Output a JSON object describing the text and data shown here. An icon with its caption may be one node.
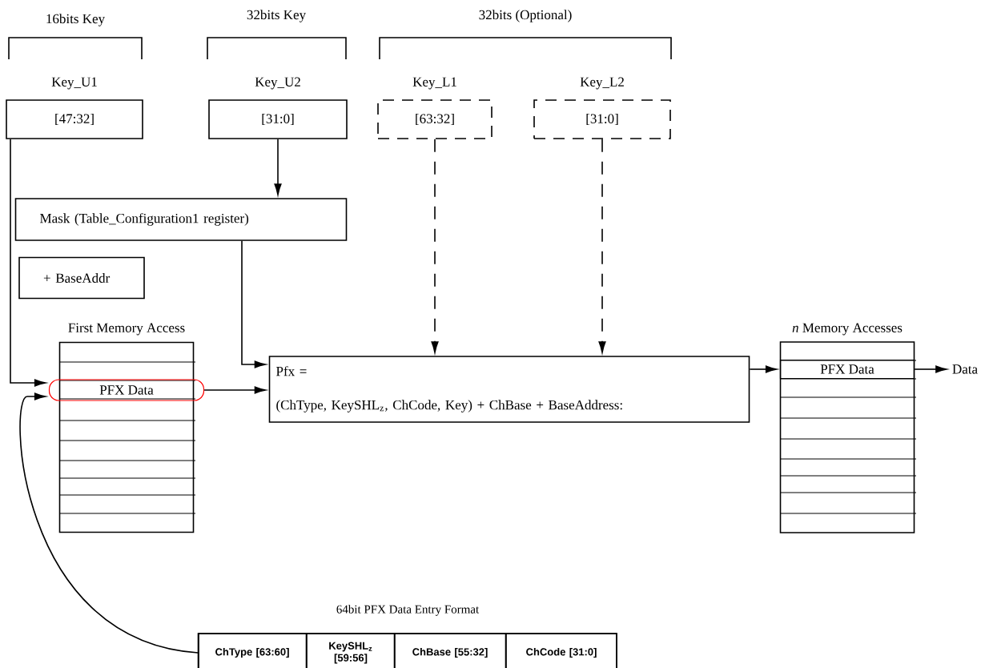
{
  "diagram": {
    "nodes": [
      {
        "text": [
          "Key_U1",
          "[47:32]"
        ]
      },
      {
        "text": [
          "Key_U2",
          "[31:0]"
        ]
      },
      {
        "text": [
          "Key_L1",
          "[63:32]"
        ]
      },
      {
        "text": [
          "Key_L2",
          "[31:0]"
        ]
      },
      {
        "text": [
          "Mask (Table_Configuration1 register)"
        ]
      },
      {
        "text": [
          "+ BaseAddr"
        ]
      },
      {
        "text": [
          "First Memory Access"
        ]
      },
      {
        "text": [
          "PFX Data"
        ],
        "in": 6
      },
      {
        "text": [
          "Pfx =",
          "(ChType, KeySHL$_{z}$, ChCode, Key) + ChBase + BaseAddress:"
        ]
      },
      {
        "text": [
          "*n* Memory Accesses"
        ]
      },
      {
        "text": [
          "PFX Data"
        ],
        "in": 9
      },
      {
        "text": [
          "Data"
        ]
      },
      {
        "text": [
          "64bit PFX Data Entry Format"
        ]
      },
      {
        "text": [
          "ChType [63:60]"
        ],
        "in": 12
      },
      {
        "text": [
          "KeySHL$_{z}$ [59:56]"
        ],
        "in": 12
      },
      {
        "text": [
          "ChBase [55:32]"
        ],
        "in": 12
      },
      {
        "text": [
          "ChCode [31:0]"
        ],
        "in": 12
      }
    ],
    "edges": [
      {
        "from": 0,
        "to": 7,
        "arrow": "to"
      },
      {
        "from": 1,
        "to": 4,
        "arrow": "to"
      },
      {
        "from": 4,
        "to": 8,
        "arrow": "to"
      },
      {
        "from": 2,
        "to": 8,
        "arrow": "to",
        "style": "dashed"
      },
      {
        "from": 3,
        "to": 8,
        "arrow": "to",
        "style": "dashed"
      },
      {
        "from": 7,
        "to": 8,
        "arrow": "to"
      },
      {
        "from": 8,
        "to": 10,
        "arrow": "to"
      },
      {
        "from": 10,
        "to": 11,
        "arrow": "to"
      },
      {
        "from": 12,
        "to": 7,
        "arrow": "to"
      }
    ],
    "labels": [
      "16bits Key",
      "32bits Key",
      "32bits (Optional)"
    ]
  }
}
